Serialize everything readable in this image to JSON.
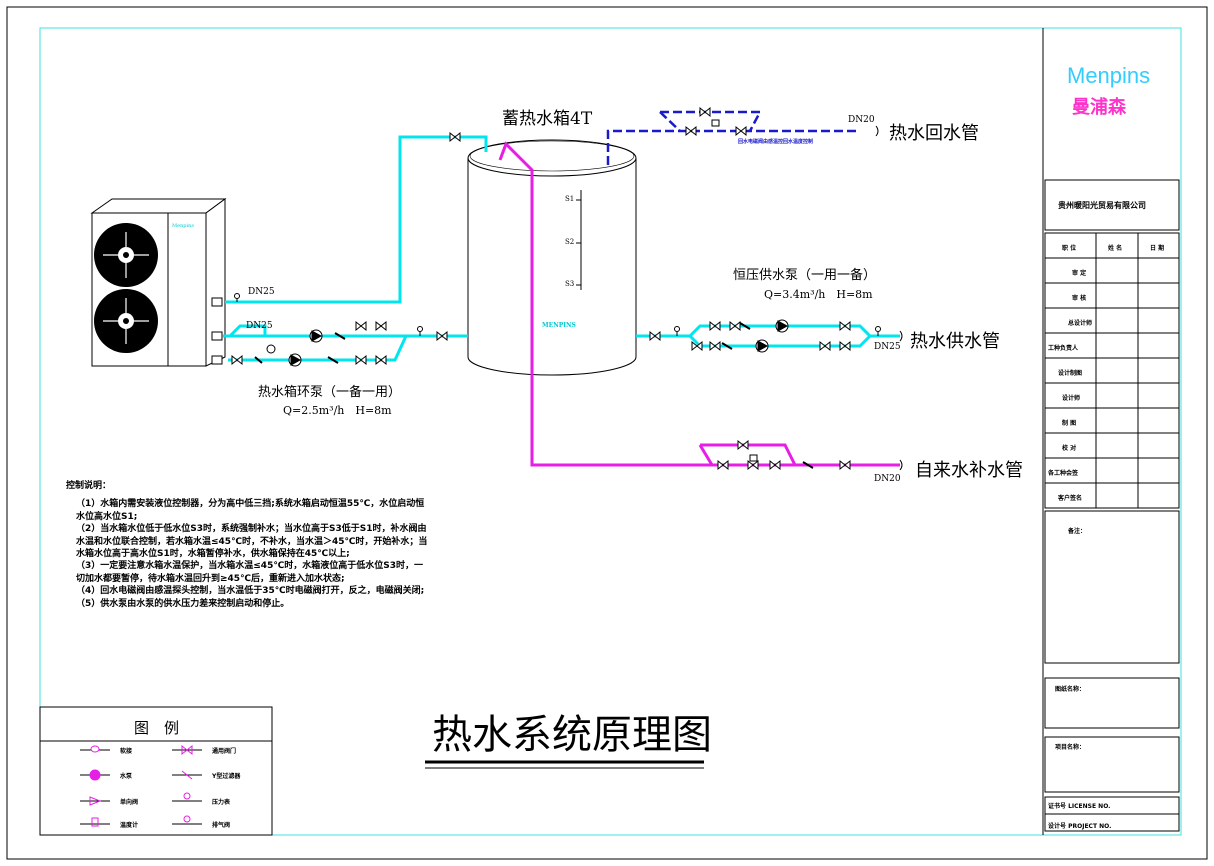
{
  "brand": {
    "name_en": "Menpins",
    "name_cn": "曼浦森",
    "color_en": "#33ccff",
    "color_cn": "#ff33cc"
  },
  "company": "贵州暖阳光贸易有限公司",
  "title": "热水系统原理图",
  "tank": {
    "label": "蓄热水箱4T",
    "brand": "MENPINS",
    "levels": [
      "S1",
      "S2",
      "S3"
    ]
  },
  "heat_pump": {
    "brand": "Menpins"
  },
  "pipes": {
    "return": "热水回水管",
    "supply": "热水供水管",
    "makeup": "自来水补水管",
    "dn_return": "DN20",
    "dn_supply": "DN25",
    "dn_makeup": "DN20",
    "dn_hp_top": "DN25",
    "dn_hp_bottom": "DN25",
    "return_valve_note": "回水电磁阀由感温控回水温度控制"
  },
  "circ_pump": {
    "label": "热水箱环泵（一备一用）",
    "spec": "Q=2.5m³/h　H=8m"
  },
  "supply_pump": {
    "label": "恒压供水泵（一用一备）",
    "spec": "Q=3.4m³/h　H=8m"
  },
  "notes": {
    "heading": "控制说明：",
    "lines": [
      "（1）水箱内需安装液位控制器，分为高中低三挡;系统水箱启动恒温55℃，水位启动恒",
      "水位高水位S1;",
      "（2）当水箱水位低于低水位S3时，系统强制补水；当水位高于S3低于S1时，补水阀由",
      "水温和水位联合控制，若水箱水温≤45℃时，不补水，当水温＞45℃时，开始补水；当",
      "水箱水位高于高水位S1时，水箱暂停补水，供水箱保持在45℃以上;",
      "（3）一定要注意水箱水温保护，当水箱水温≤45℃时，水箱液位高于低水位S3时，一",
      "切加水都要暂停，待水箱水温回升到≥45℃后，重新进入加水状态;",
      "（4）回水电磁阀由感温探头控制，当水温低于35℃时电磁阀打开，反之，电磁阀关闭;",
      "（5）供水泵由水泵的供水压力差来控制启动和停止。"
    ]
  },
  "legend": {
    "title": "图　例",
    "items": [
      "软接",
      "水泵",
      "单向阀",
      "温度计",
      "通用阀门",
      "Y型过滤器",
      "压力表",
      "排气阀"
    ]
  },
  "title_block": {
    "header": [
      "职 位",
      "姓 名",
      "日 期"
    ],
    "rows": [
      "审 定",
      "审 核",
      "总设计师",
      "工种负责人",
      "设计制图",
      "设计师",
      "制 图",
      "校 对",
      "各工种会签",
      "客户签名"
    ],
    "remarks": "备注：",
    "drawing_name": "图纸名称：",
    "project_name": "项目名称：",
    "license": "证书号 LICENSE NO.",
    "project_no": "设计号 PROJECT NO."
  },
  "colors": {
    "cyan": "#00e5ee",
    "magenta": "#e61ee6",
    "blue": "#1a1acc",
    "frame": "#40e0e0"
  }
}
